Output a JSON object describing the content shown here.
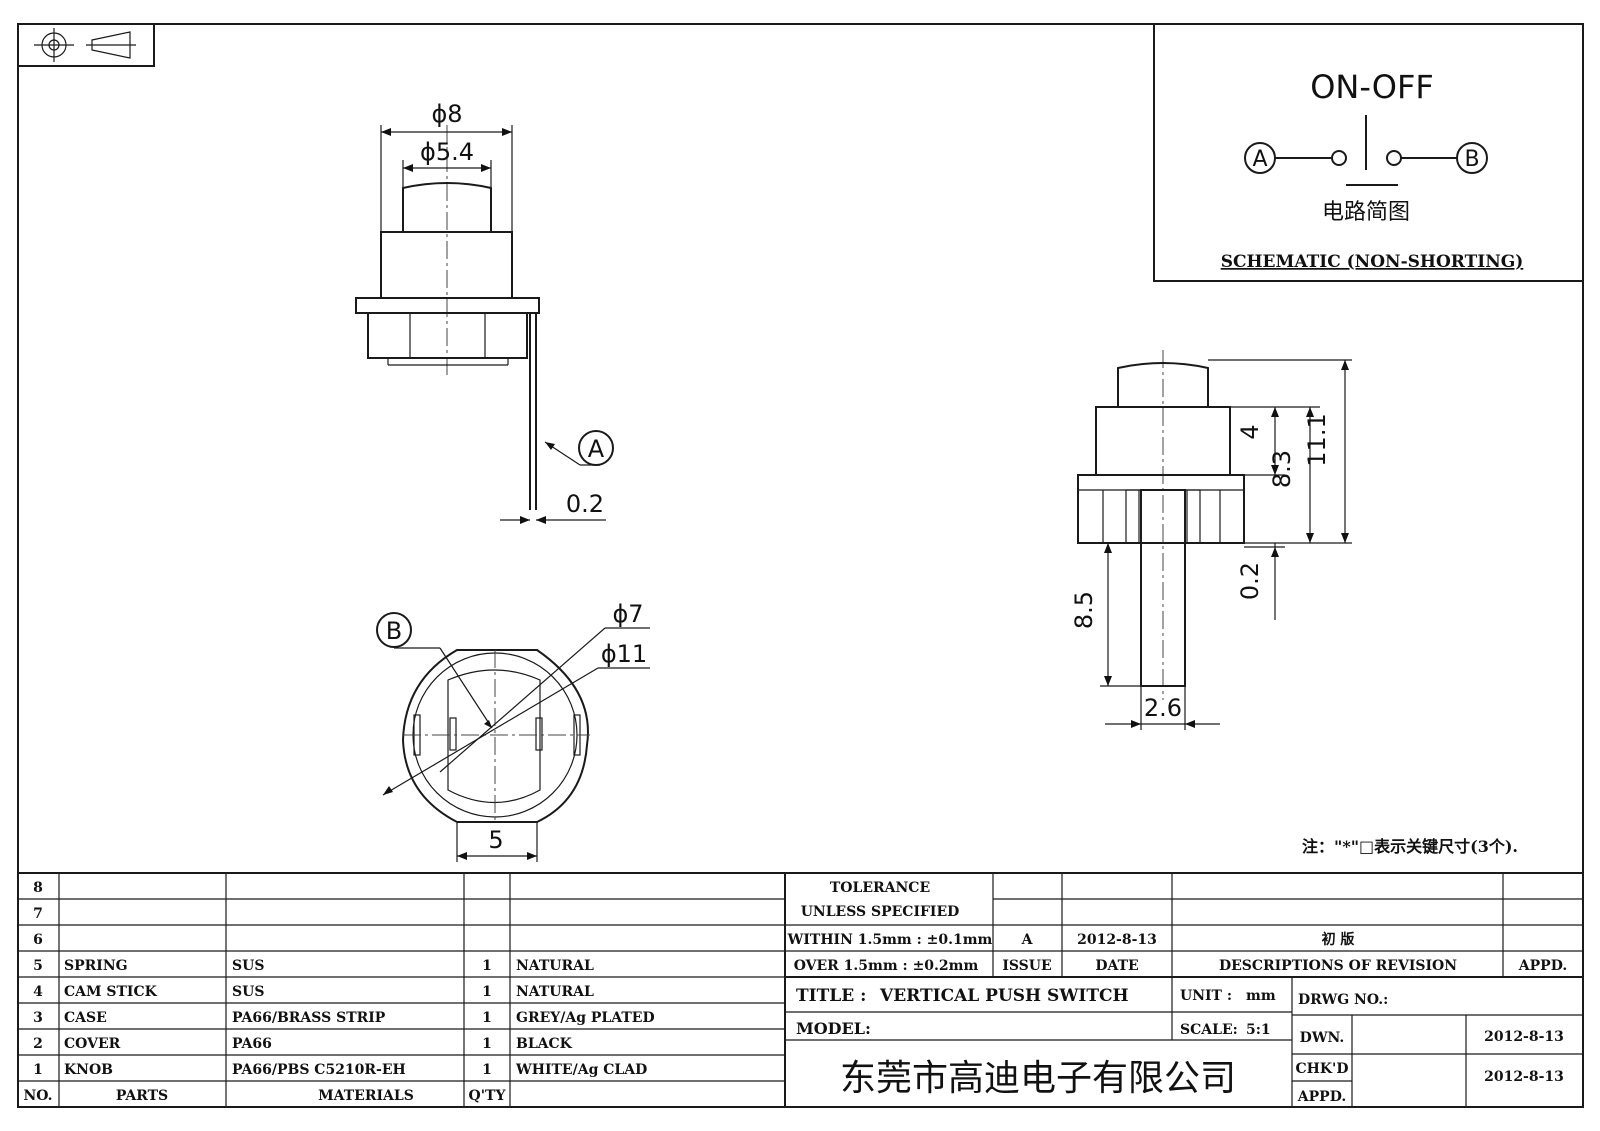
{
  "projection_symbol": "third-angle-projection-icon",
  "schematic": {
    "title": "ON-OFF",
    "terminal_a": "A",
    "terminal_b": "B",
    "caption_cn": "电路简图",
    "caption_en": "SCHEMATIC (NON-SHORTING)"
  },
  "front_view": {
    "dim_outer": "ϕ8",
    "dim_inner": "ϕ5.4",
    "label_a": "A",
    "dim_pin": "0.2"
  },
  "bottom_view": {
    "label_b": "B",
    "dim_phi7": "ϕ7",
    "dim_phi11": "ϕ11",
    "dim_width": "5"
  },
  "side_view": {
    "dim_4": "4",
    "dim_8_3": "8.3",
    "dim_11_1": "11.1",
    "dim_0_2": "0.2",
    "dim_8_5": "8.5",
    "dim_2_6": "2.6"
  },
  "note": "注：\"*\"□表示关键尺寸(3个).",
  "bom": {
    "rows": [
      {
        "no": "8",
        "part": "",
        "material": "",
        "qty": "",
        "finish": ""
      },
      {
        "no": "7",
        "part": "",
        "material": "",
        "qty": "",
        "finish": ""
      },
      {
        "no": "6",
        "part": "",
        "material": "",
        "qty": "",
        "finish": ""
      },
      {
        "no": "5",
        "part": "SPRING",
        "material": "SUS",
        "qty": "1",
        "finish": "NATURAL"
      },
      {
        "no": "4",
        "part": "CAM STICK",
        "material": "SUS",
        "qty": "1",
        "finish": "NATURAL"
      },
      {
        "no": "3",
        "part": "CASE",
        "material": "PA66/BRASS STRIP",
        "qty": "1",
        "finish": "GREY/Ag PLATED"
      },
      {
        "no": "2",
        "part": "COVER",
        "material": "PA66",
        "qty": "1",
        "finish": "BLACK"
      },
      {
        "no": "1",
        "part": "KNOB",
        "material": "PA66/PBS C5210R-EH",
        "qty": "1",
        "finish": "WHITE/Ag CLAD"
      }
    ],
    "header": {
      "no": "NO.",
      "part": "PARTS",
      "material": "MATERIALS",
      "qty": "Q'TY"
    }
  },
  "title_block": {
    "tolerance_1": "TOLERANCE",
    "tolerance_2": "UNLESS  SPECIFIED",
    "within": "WITHIN 1.5mm : ±0.1mm",
    "over": "OVER 1.5mm : ±0.2mm",
    "issue_val": "A",
    "date_val": "2012-8-13",
    "revision_desc": "初 版",
    "issue_label": "ISSUE",
    "date_label": "DATE",
    "desc_label": "DESCRIPTIONS OF REVISION",
    "appd_label": "APPD.",
    "title_label": "TITLE :",
    "title_value": "VERTICAL PUSH SWITCH",
    "unit_label": "UNIT :",
    "unit_value": "mm",
    "drwg_label": "DRWG NO.:",
    "model_label": "MODEL:",
    "scale_label": "SCALE:",
    "scale_value": "5:1",
    "dwn_label": "DWN.",
    "dwn_date": "2012-8-13",
    "chkd_label": "CHK'D",
    "chkd_date": "2012-8-13",
    "appd2_label": "APPD.",
    "company": "东莞市高迪电子有限公司"
  }
}
